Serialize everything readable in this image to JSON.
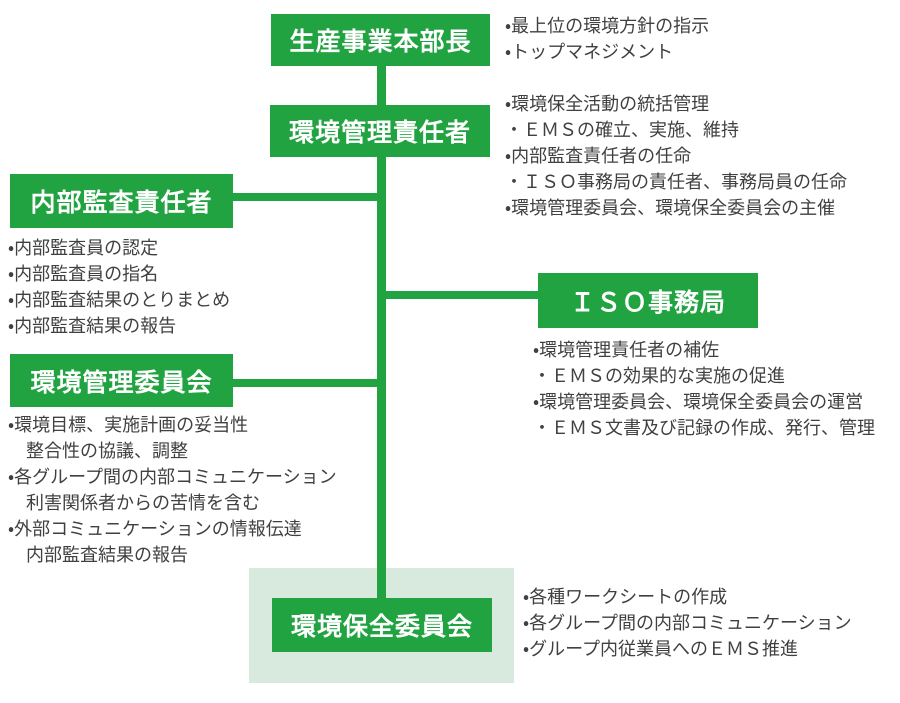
{
  "colors": {
    "box_green": "#20A340",
    "panel_green": "#D8E9DD",
    "text": "#404040",
    "background": "#FFFFFF"
  },
  "nodes": {
    "production_director": {
      "label": "生産事業本部長",
      "duties": [
        {
          "t": "・最上位の環境方針の指示"
        },
        {
          "t": "・トップマネジメント"
        }
      ]
    },
    "env_manager": {
      "label": "環境管理責任者",
      "duties": [
        {
          "t": "・環境保全活動の統括管理"
        },
        {
          "t": "・ＥＭＳの確立、実施、維持"
        },
        {
          "t": "・内部監査責任者の任命"
        },
        {
          "t": "・ＩＳＯ事務局の責任者、事務局員の任命"
        },
        {
          "t": "・環境管理委員会、環境保全委員会の主催"
        }
      ]
    },
    "internal_audit_manager": {
      "label": "内部監査責任者",
      "duties": [
        {
          "t": "・内部監査員の認定"
        },
        {
          "t": "・内部監査員の指名"
        },
        {
          "t": "・内部監査結果のとりまとめ"
        },
        {
          "t": "・内部監査結果の報告"
        }
      ]
    },
    "iso_office": {
      "label": "ＩＳＯ事務局",
      "duties": [
        {
          "t": "・環境管理責任者の補佐"
        },
        {
          "t": "・ＥＭＳの効果的な実施の促進"
        },
        {
          "t": "・環境管理委員会、環境保全委員会の運営"
        },
        {
          "t": "・ＥＭＳ文書及び記録の作成、発行、管理"
        }
      ]
    },
    "env_mgmt_committee": {
      "label": "環境管理委員会",
      "duties": [
        {
          "t": "・環境目標、実施計画の妥当性"
        },
        {
          "t": "整合性の協議、調整",
          "cont": true
        },
        {
          "t": "・各グループ間の内部コミュニケーション"
        },
        {
          "t": "利害関係者からの苦情を含む",
          "cont": true
        },
        {
          "t": "・外部コミュニケーションの情報伝達"
        },
        {
          "t": "内部監査結果の報告",
          "cont": true
        }
      ]
    },
    "env_conservation_committee": {
      "label": "環境保全委員会",
      "duties": [
        {
          "t": "・各種ワークシートの作成"
        },
        {
          "t": "・各グループ間の内部コミュニケーション"
        },
        {
          "t": "・グループ内従業員へのＥＭＳ推進"
        }
      ]
    }
  }
}
